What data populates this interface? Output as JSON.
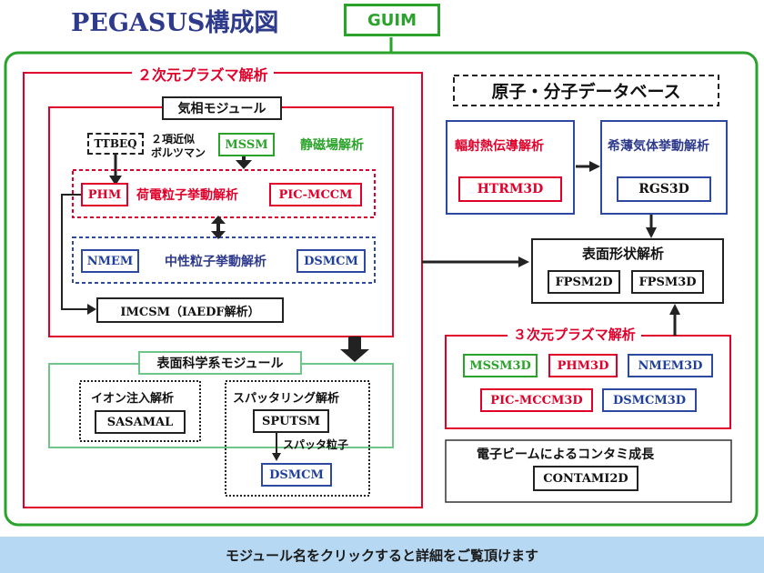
{
  "title": "PEGASUS構成図",
  "guim": "GUIM",
  "plasma2d": {
    "label": "２次元プラズマ解析",
    "gas_module": {
      "label": "気相モジュール",
      "ttbeq": "TTBEQ",
      "boltzmann_note_line1": "２項近似",
      "boltzmann_note_line2": "ボルツマン",
      "mssm": "MSSM",
      "magnetostatic": "静磁場解析",
      "charged_group": {
        "phm": "PHM",
        "label": "荷電粒子挙動解析",
        "pic": "PIC-MCCM"
      },
      "neutral_group": {
        "nmem": "NMEM",
        "label": "中性粒子挙動解析",
        "dsmcm": "DSMCM"
      },
      "imcsm": "IMCSM（IAEDF解析）"
    },
    "surface_module": {
      "label": "表面科学系モジュール",
      "ion_group": {
        "label": "イオン注入解析",
        "sasamal": "SASAMAL"
      },
      "sputter_group": {
        "label": "スパッタリング解析",
        "sputsm": "SPUTSM",
        "particle_note": "スパッタ粒子",
        "dsmcm": "DSMCM"
      }
    }
  },
  "database": "原子・分子データベース",
  "radiation": {
    "label": "輻射熱伝導解析",
    "box": "HTRM3D"
  },
  "rarefied": {
    "label": "希薄気体挙動解析",
    "box": "RGS3D"
  },
  "surface_shape": {
    "label": "表面形状解析",
    "left": "FPSM2D",
    "right": "FPSM3D"
  },
  "plasma3d": {
    "label": "３次元プラズマ解析",
    "mssm3d": "MSSM3D",
    "phm3d": "PHM3D",
    "nmem3d": "NMEM3D",
    "pic3d": "PIC-MCCM3D",
    "dsmcm3d": "DSMCM3D"
  },
  "electron_beam": {
    "label": "電子ビームによるコンタミ成長",
    "box": "CONTAMI2D"
  },
  "footer": "モジュール名をクリックすると詳細をご覧頂けます",
  "colors": {
    "red": "#e0002a",
    "blue": "#2e4aa0",
    "green": "#2aa32a",
    "navy": "#2e3a8c",
    "banner": "#b6d8f2"
  }
}
